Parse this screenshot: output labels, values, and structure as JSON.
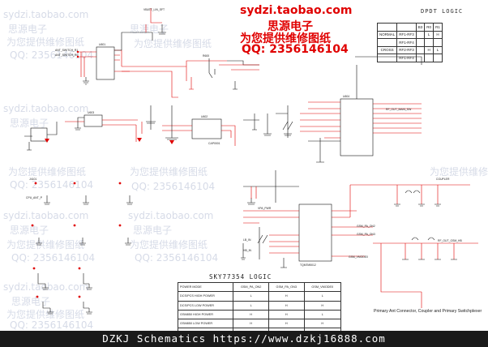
{
  "header": {
    "shop": "sydzi.taobao.com",
    "name": "思源电子",
    "offer": "为您提供维修图纸",
    "qq": "QQ: 2356146104"
  },
  "watermarks": [
    "sydzi.taobao.com",
    "思源电子",
    "为您提供维修图纸",
    "QQ: 2356146104"
  ],
  "footer": {
    "text": "DZKJ Schematics https://www.dzkj16888.com"
  },
  "dpdt": {
    "title": "DPDT LOGIC",
    "header": [
      "",
      "",
      "B3",
      "R0",
      "R1"
    ],
    "rows": [
      [
        "NORMAL",
        "RF1-RF3",
        "",
        "L",
        "H"
      ],
      [
        "",
        "RF1-RF4",
        "",
        "",
        ""
      ],
      [
        "CROSS",
        "RF2-RF3",
        "",
        "H",
        "L"
      ],
      [
        "",
        "RF1-RF4",
        "",
        "",
        ""
      ]
    ]
  },
  "sky": {
    "title": "SKY77354 LOGIC",
    "header": [
      "POWER MODE",
      "GSM_PA_ON2",
      "GSM_PA_ON3",
      "GSM_VMODE0"
    ],
    "rows": [
      [
        "DCS/PCS HIGH POWER",
        "L",
        "H",
        "L"
      ],
      [
        "DCS/PCS LOW POWER",
        "L",
        "H",
        "H"
      ],
      [
        "GSM850 HIGH POWER",
        "H",
        "H",
        "L"
      ],
      [
        "GSM850 LOW POWER",
        "H",
        "H",
        "H"
      ],
      [
        "",
        "",
        "",
        ""
      ]
    ]
  },
  "caption": "Primary Ant Connector, Coupler and Primary Switchplexer",
  "labels": {
    "tl1": "ANT_SWITCH_R1",
    "tl2": "ANT_SWITCH_R0",
    "vbat": "VBATT_LIN_SFT",
    "rf_out": "RF_OUT_MAIN_SW",
    "u601": "U601",
    "u602": "U602",
    "u603": "U603",
    "u604": "U604",
    "r600": "R600",
    "pam": "TQM7M5012",
    "ant": "CPU_ANT_P",
    "jb": "J4101",
    "pa_on2": "GSM_PA_ON2",
    "pa_on3": "GSM_PA_ON3",
    "vmode": "GSM_VMODE0",
    "vpa": "VPA_PWR",
    "coupler": "COUPLER",
    "lb_in": "LB_IN",
    "hb_in": "HB_IN",
    "rf_out2": "RF_OUT_GSM_HB",
    "cap": "CAP0001"
  }
}
